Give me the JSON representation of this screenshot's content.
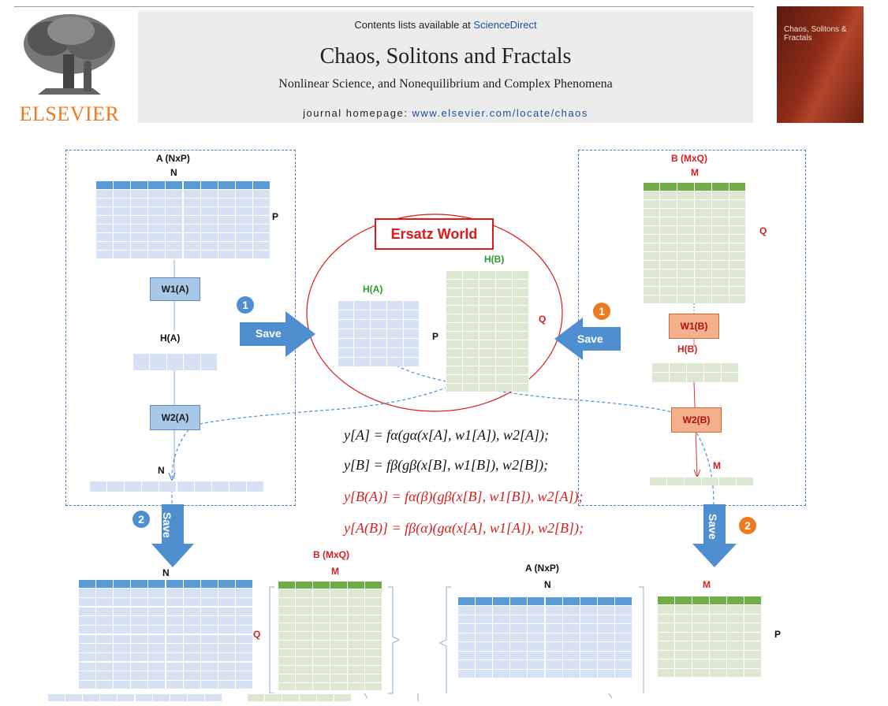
{
  "header": {
    "contents_prefix": "Contents lists available at",
    "contents_link": "ScienceDirect",
    "journal_title": "Chaos, Solitons and Fractals",
    "journal_subtitle": "Nonlinear Science, and Nonequilibrium and Complex Phenomena",
    "homepage_prefix": "journal homepage:",
    "homepage_url": "www.elsevier.com/locate/chaos",
    "publisher": "ELSEVIER",
    "cover_title": "Chaos, Solitons & Fractals"
  },
  "diagram": {
    "left": {
      "title": "A (NxP)",
      "cols_label": "N",
      "rows_label": "P",
      "w1": "W1(A)",
      "hidden": "H(A)",
      "w2": "W2(A)",
      "out_label": "N",
      "badge": "1",
      "save": "Save"
    },
    "right": {
      "title": "B (MxQ)",
      "cols_label": "M",
      "rows_label": "Q",
      "w1": "W1(B)",
      "hidden": "H(B)",
      "w2": "W2(B)",
      "out_label": "M",
      "badge": "1",
      "save": "Save"
    },
    "ersatz": {
      "title": "Ersatz World",
      "ha": "H(A)",
      "hb": "H(B)",
      "p": "P",
      "q": "Q"
    },
    "equations": [
      "y[A] = fα(gα(x[A], w1[A]), w2[A]);",
      "y[B] = fβ(gβ(x[B], w1[B]), w2[B]);",
      "y[B(A)] = fα(β)(gβ(x[B], w1[B]), w2[A]);",
      "y[A(B)] = fβ(α)(gα(x[A], w1[A]), w2[B]);"
    ],
    "bottom_left": {
      "badge": "2",
      "save": "Save",
      "a_label": "N",
      "b_title": "B (MxQ)",
      "b_cols": "M",
      "b_rows": "Q"
    },
    "bottom_right": {
      "badge": "2",
      "save": "Save",
      "a_title": "A (NxP)",
      "a_cols": "N",
      "b_cols": "M",
      "b_rows": "P"
    },
    "colors": {
      "blue_header": "#5b9bd5",
      "blue_cell": "#d6e2f3",
      "green_header": "#70ad47",
      "green_cell": "#dde8d3",
      "arrow_blue": "#4f8fd0",
      "red": "#e01818",
      "orange": "#ec7a20"
    }
  }
}
